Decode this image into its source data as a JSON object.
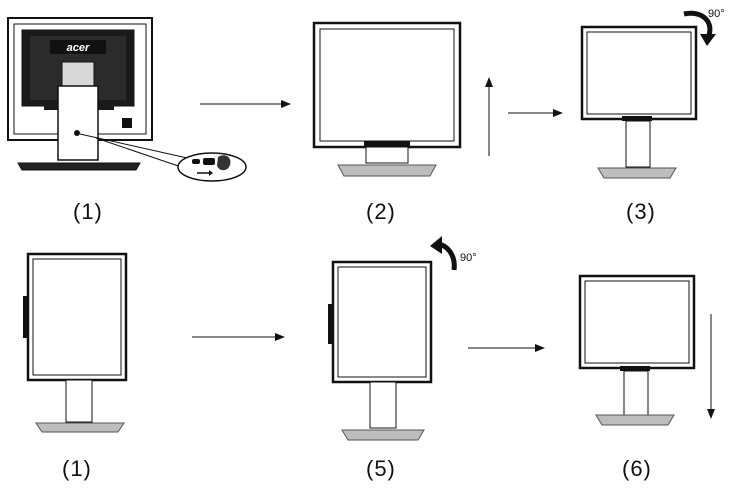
{
  "steps": [
    {
      "label": "(1)"
    },
    {
      "label": "(2)"
    },
    {
      "label": "(3)"
    },
    {
      "label": "(1)"
    },
    {
      "label": "(5)"
    },
    {
      "label": "(6)"
    }
  ],
  "rotation": {
    "step3": "90°",
    "step5": "90°"
  },
  "brand": "acer",
  "colors": {
    "line": "#111111",
    "panel": "#ffffff",
    "base": "#999999",
    "dark": "#1a1a1a"
  }
}
